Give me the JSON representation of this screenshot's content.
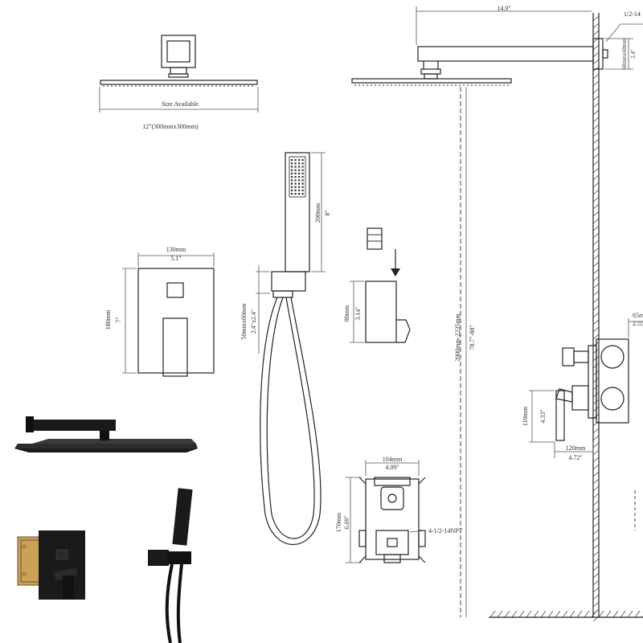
{
  "labels": {
    "size_available": "Size Available",
    "head_size": "12\"(300mmx300mm)",
    "arm_length": "14.9\"",
    "thread_top": "1/2-14",
    "arm_height_mm": "60mmx60mm",
    "arm_height_in": "2.4\"",
    "wand_mm": "200mm",
    "wand_in": "8\"",
    "holder_mm": "50mmx60mm",
    "holder_in": "2.4\"x2.4\"",
    "plate_width_mm": "130mm",
    "plate_width_in": "5.1\"",
    "plate_height_mm": "180mm",
    "plate_height_in": "7\"",
    "bracket_mm": "80mm",
    "bracket_in": "3.14\"",
    "install_height_mm": "2000mm-2235mm",
    "install_height_in": "78.7\"-88\"",
    "valve_depth_mm": "65m",
    "valve_depth_in": "2.55",
    "handle_height_mm": "110mm",
    "handle_height_in": "4.33\"",
    "handle_depth_mm": "120mm",
    "handle_depth_in": "4.72\"",
    "box_width_mm": "104mm",
    "box_width_in": "4.09\"",
    "box_height_mm": "170mm",
    "box_height_in": "6.69\"",
    "box_thread": "4-1/2-14NPT"
  },
  "colors": {
    "line": "#222222",
    "product_black": "#1a1a1a",
    "brass": "#b8862b"
  }
}
